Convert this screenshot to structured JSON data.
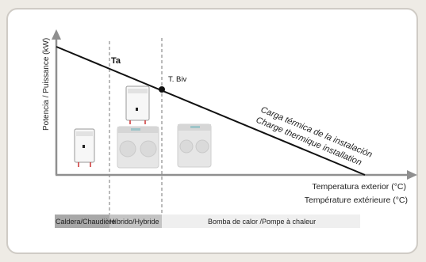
{
  "diagram": {
    "y_axis_label": "Potencia / Puissance (kW)",
    "x_axis_label_es": "Temperatura exterior (°C)",
    "x_axis_label_fr": "Température extérieure (°C)",
    "point_ta": "Ta",
    "point_tbiv": "T. Biv",
    "load_line_label_es": "Carga térmica de la instalación",
    "load_line_label_fr": "Charge thermique installation",
    "zones": {
      "boiler": "Caldera/Chaudière",
      "hybrid": "Híbrido/Hybride",
      "heat_pump": "Bomba de calor /Pompe à chaleur"
    },
    "colors": {
      "axis": "#8f8f8f",
      "line": "#111111",
      "zone_boiler": "#a8a8a8",
      "zone_hybrid": "#c4c4c4",
      "zone_heat_pump": "#efefef"
    }
  }
}
